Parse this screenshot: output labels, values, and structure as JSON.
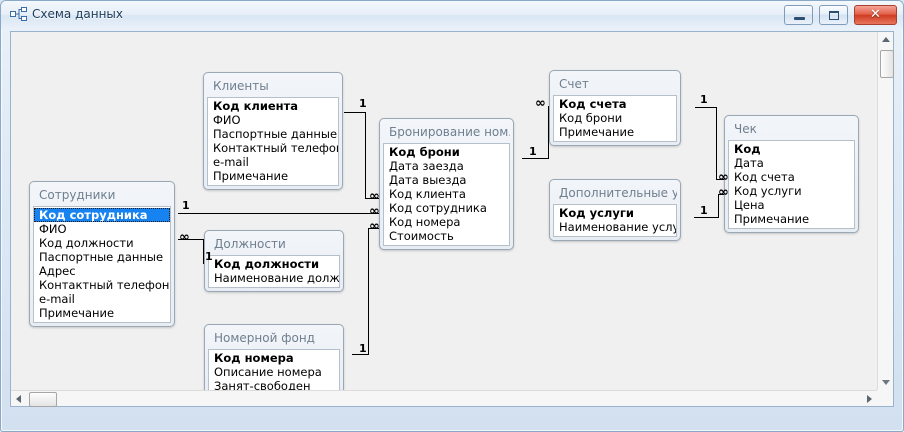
{
  "window": {
    "title": "Схема данных",
    "icon": "relationships-icon",
    "buttons": {
      "minimize": "Свернуть",
      "restore": "Восстановить",
      "close": "Закрыть",
      "close_glyph": "✕"
    }
  },
  "scrollbars": {
    "vertical": {
      "up": "▲",
      "down": "▼"
    },
    "horizontal": {
      "left": "◀",
      "right": "▶"
    }
  },
  "colors": {
    "selection": "#1683f0",
    "title_text": "#1b3c59",
    "table_title": "#6f7f8f",
    "close_button": "#cf3c22"
  },
  "tables": [
    {
      "id": "sotrudniki",
      "title": "Сотрудники",
      "fields": [
        {
          "name": "Код сотрудника",
          "pk": true,
          "selected": true
        },
        {
          "name": "ФИО",
          "pk": false,
          "selected": false
        },
        {
          "name": "Код должности",
          "pk": false,
          "selected": false
        },
        {
          "name": "Паспортные данные",
          "pk": false,
          "selected": false
        },
        {
          "name": "Адрес",
          "pk": false,
          "selected": false
        },
        {
          "name": "Контактный телефон",
          "pk": false,
          "selected": false
        },
        {
          "name": "e-mail",
          "pk": false,
          "selected": false
        },
        {
          "name": "Примечание",
          "pk": false,
          "selected": false
        }
      ]
    },
    {
      "id": "klienty",
      "title": "Клиенты",
      "fields": [
        {
          "name": "Код клиента",
          "pk": true,
          "selected": false
        },
        {
          "name": "ФИО",
          "pk": false,
          "selected": false
        },
        {
          "name": "Паспортные данные",
          "pk": false,
          "selected": false
        },
        {
          "name": "Контактный телефон",
          "pk": false,
          "selected": false
        },
        {
          "name": "e-mail",
          "pk": false,
          "selected": false
        },
        {
          "name": "Примечание",
          "pk": false,
          "selected": false
        }
      ]
    },
    {
      "id": "dolzhnosti",
      "title": "Должности",
      "fields": [
        {
          "name": "Код должности",
          "pk": true,
          "selected": false
        },
        {
          "name": "Наименование должнос",
          "pk": false,
          "selected": false
        }
      ]
    },
    {
      "id": "nomernoy-fond",
      "title": "Номерной фонд",
      "fields": [
        {
          "name": "Код номера",
          "pk": true,
          "selected": false
        },
        {
          "name": "Описание номера",
          "pk": false,
          "selected": false
        },
        {
          "name": "Занят-свободен",
          "pk": false,
          "selected": false
        }
      ]
    },
    {
      "id": "bronirovanie",
      "title": "Бронирование ном...",
      "fields": [
        {
          "name": "Код брони",
          "pk": true,
          "selected": false
        },
        {
          "name": "Дата заезда",
          "pk": false,
          "selected": false
        },
        {
          "name": "Дата выезда",
          "pk": false,
          "selected": false
        },
        {
          "name": "Код клиента",
          "pk": false,
          "selected": false
        },
        {
          "name": "Код сотрудника",
          "pk": false,
          "selected": false
        },
        {
          "name": "Код номера",
          "pk": false,
          "selected": false
        },
        {
          "name": "Стоимость",
          "pk": false,
          "selected": false
        }
      ]
    },
    {
      "id": "schet",
      "title": "Счет",
      "fields": [
        {
          "name": "Код счета",
          "pk": true,
          "selected": false
        },
        {
          "name": "Код брони",
          "pk": false,
          "selected": false
        },
        {
          "name": "Примечание",
          "pk": false,
          "selected": false
        }
      ]
    },
    {
      "id": "dop-uslugi",
      "title": "Дополнительные у...",
      "fields": [
        {
          "name": "Код услуги",
          "pk": true,
          "selected": false
        },
        {
          "name": "Наименование услуги",
          "pk": false,
          "selected": false
        }
      ]
    },
    {
      "id": "chek",
      "title": "Чек",
      "fields": [
        {
          "name": "Код",
          "pk": true,
          "selected": false
        },
        {
          "name": "Дата",
          "pk": false,
          "selected": false
        },
        {
          "name": "Код счета",
          "pk": false,
          "selected": false
        },
        {
          "name": "Код услуги",
          "pk": false,
          "selected": false
        },
        {
          "name": "Цена",
          "pk": false,
          "selected": false
        },
        {
          "name": "Примечание",
          "pk": false,
          "selected": false
        }
      ]
    }
  ],
  "cardinality": {
    "one": "1",
    "many": "∞",
    "markers": [
      {
        "id": "klienty-one",
        "symbol": "1"
      },
      {
        "id": "sotrudniki-one",
        "symbol": "1"
      },
      {
        "id": "dolzhnosti-one",
        "symbol": "1"
      },
      {
        "id": "nomernoy-fond-one",
        "symbol": "1"
      },
      {
        "id": "bronirovanie-many-klienty",
        "symbol": "∞"
      },
      {
        "id": "bronirovanie-many-sotrudniki",
        "symbol": "∞"
      },
      {
        "id": "bronirovanie-many-nomer",
        "symbol": "∞"
      },
      {
        "id": "sotrudniki-many-dolzhnosti",
        "symbol": "∞"
      },
      {
        "id": "bronirovanie-one-schet",
        "symbol": "1"
      },
      {
        "id": "schet-many-bronirovanie",
        "symbol": "∞"
      },
      {
        "id": "schet-one-chek",
        "symbol": "1"
      },
      {
        "id": "dop-uslugi-one-chek",
        "symbol": "1"
      },
      {
        "id": "chek-many-schet",
        "symbol": "∞"
      },
      {
        "id": "chek-many-uslugi",
        "symbol": "∞"
      }
    ]
  }
}
